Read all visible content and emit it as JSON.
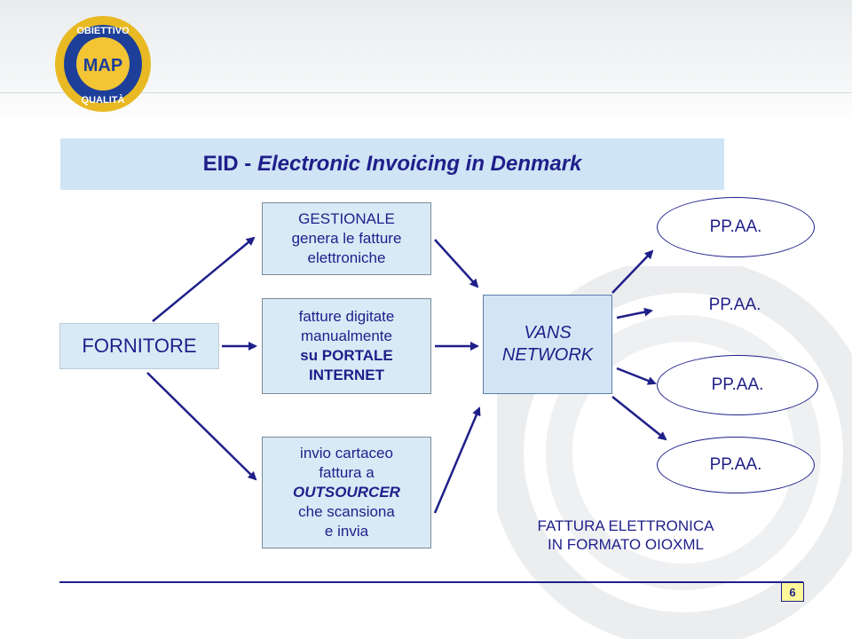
{
  "logo": {
    "top_text": "OBIETTIVO",
    "center_text": "MAP",
    "bottom_text": "QUALITÀ"
  },
  "title": {
    "plain": "EID - ",
    "italic": "Electronic Invoicing in Denmark"
  },
  "fornitore": "FORNITORE",
  "box_gestionale": {
    "lines": [
      "GESTIONALE",
      "genera le fatture",
      "elettroniche"
    ]
  },
  "box_portale": {
    "lines": [
      "fatture digitate",
      "manualmente",
      "su PORTALE",
      "INTERNET"
    ]
  },
  "box_cartaceo": {
    "lines": [
      "invio cartaceo",
      "fattura a",
      "OUTSOURCER",
      "che scansiona",
      "e invia"
    ]
  },
  "vans": {
    "lines": [
      "VANS",
      "NETWORK"
    ]
  },
  "pa_labels": [
    "PP.AA.",
    "PP.AA.",
    "PP.AA.",
    "PP.AA."
  ],
  "caption": {
    "lines": [
      "FATTURA ELETTRONICA",
      "IN FORMATO OIOXML"
    ]
  },
  "page_number": "6",
  "colors": {
    "navy": "#1f1f8a",
    "box_fill": "#d8eaf6",
    "title_fill": "#cfe4f5",
    "page_badge": "#fff89a"
  }
}
